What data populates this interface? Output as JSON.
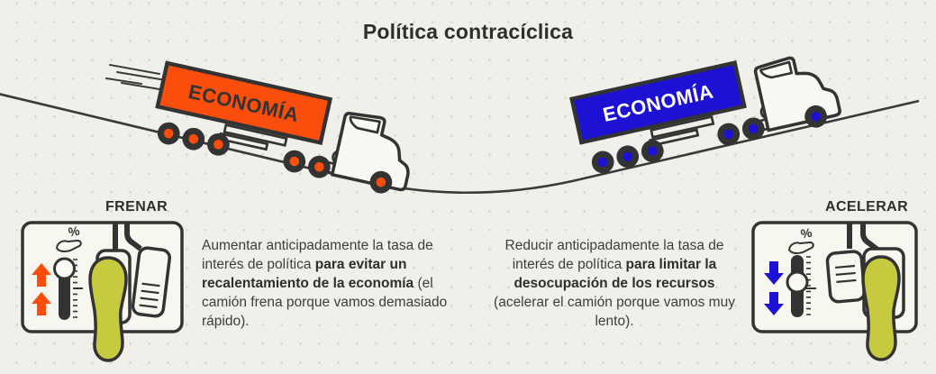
{
  "title": "Política contracíclica",
  "colors": {
    "background": "#f0efe9",
    "ink": "#333333",
    "orange": "#fb4e0c",
    "blue": "#1d12d3",
    "foot": "#c6ca3f",
    "panel_fill": "#f7f6ef",
    "cab_fill": "#f9f8f2",
    "knob_fill": "#fbfaf3"
  },
  "trucks": {
    "left": {
      "label": "ECONOMÍA",
      "body_color": "#fb4e0c",
      "label_color": "#333333",
      "direction": "downhill"
    },
    "right": {
      "label": "ECONOMÍA",
      "body_color": "#1d12d3",
      "label_color": "#ffffff",
      "direction": "uphill"
    }
  },
  "left_panel": {
    "label": "FRENAR",
    "percent_symbol": "%",
    "arrow_color": "#fb4e0c",
    "arrow_direction": "up",
    "text_pre": "Aumentar anticipadamente la tasa de interés de política ",
    "text_bold": "para evitar un recalentamiento de la economía",
    "text_post": " (el camión frena porque vamos demasiado rápido)."
  },
  "right_panel": {
    "label": "ACELERAR",
    "percent_symbol": "%",
    "arrow_color": "#1d12d3",
    "arrow_direction": "down",
    "text_pre": "Reducir anticipadamente la tasa de interés de política ",
    "text_bold": "para limitar la desocupación de los recursos",
    "text_post": " (acelerar el camión porque vamos muy lento)."
  }
}
